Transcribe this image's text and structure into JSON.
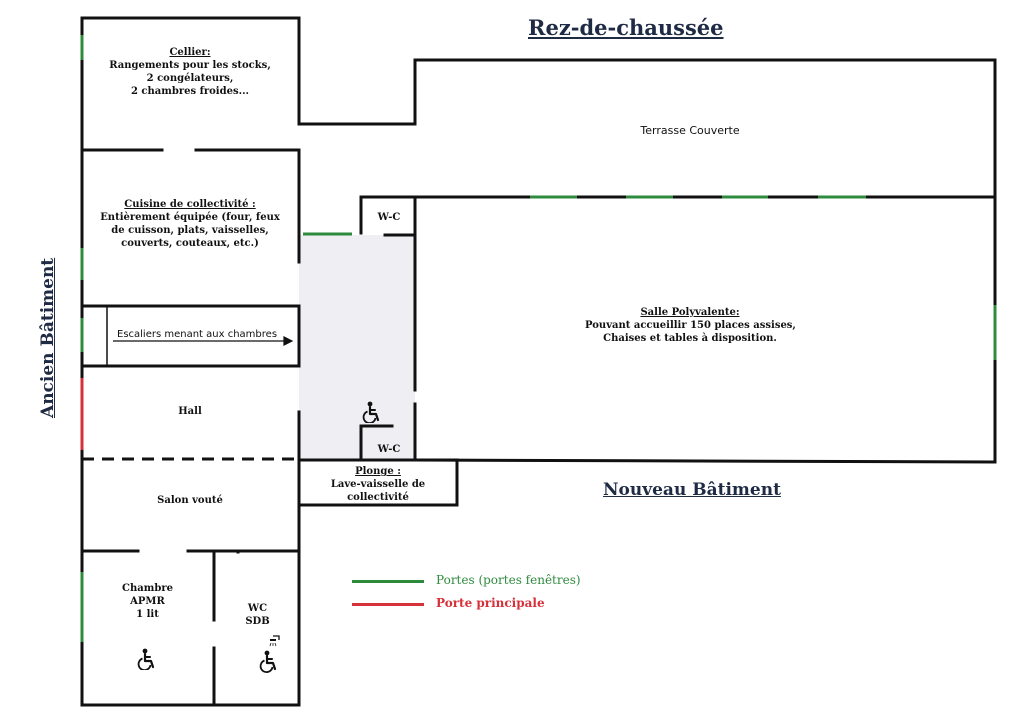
{
  "headings": {
    "title": "Rez-de-chaussée",
    "new_building": "Nouveau Bâtiment",
    "old_building": "Ancien Bâtiment"
  },
  "rooms": {
    "cellier": {
      "title": "Cellier:",
      "lines": [
        "Rangements pour les stocks,",
        "2 congélateurs,",
        "2 chambres froides..."
      ]
    },
    "cuisine": {
      "title": "Cuisine de collectivité :",
      "lines": [
        "Entièrement équipée (four, feux",
        "de cuisson, plats, vaisselles,",
        "couverts, couteaux, etc.)"
      ]
    },
    "escaliers": "Escaliers menant aux chambres",
    "hall": "Hall",
    "salon": "Salon vouté",
    "chambre": [
      "Chambre",
      "APMR",
      "1 lit"
    ],
    "wc_sdb": [
      "WC",
      "SDB"
    ],
    "wc_top": "W-C",
    "wc_bottom": "W-C",
    "plonge": {
      "title": "Plonge :",
      "lines": [
        "Lave-vaisselle de",
        "collectivité"
      ]
    },
    "terrasse": "Terrasse Couverte",
    "salle": {
      "title": "Salle Polyvalente:",
      "lines": [
        "Pouvant accueillir 150 places assises,",
        "Chaises et tables à disposition."
      ]
    }
  },
  "legend": {
    "doors": {
      "label": "Portes (portes fenêtres)",
      "color": "#2e8b3e"
    },
    "main_door": {
      "label": "Porte principale",
      "color": "#d6313a"
    }
  },
  "colors": {
    "wall": "#111111",
    "corridor": "#efeff3",
    "door": "#2e8b3e",
    "main_door": "#d6313a"
  },
  "icons": [
    "wheelchair-icon",
    "wheelchair-icon",
    "wheelchair-shower-icon"
  ]
}
